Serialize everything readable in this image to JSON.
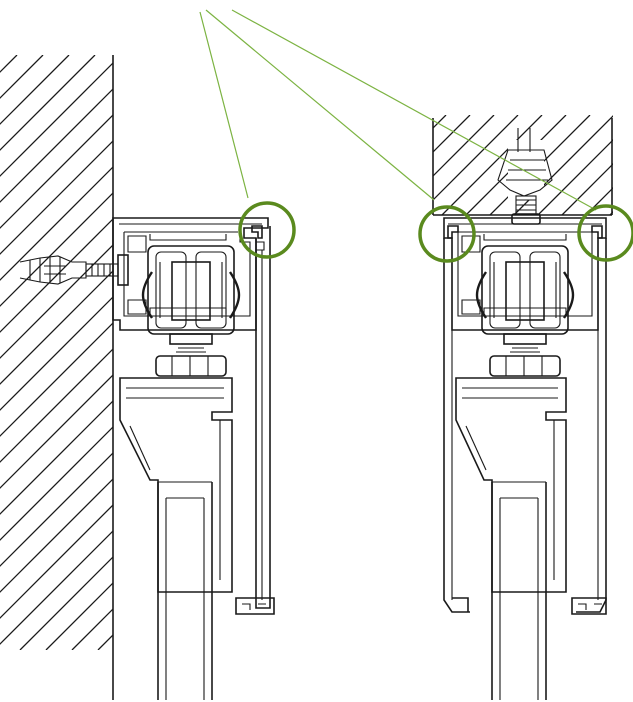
{
  "diagram": {
    "views": [
      {
        "id": "wall-mount",
        "fixing": "wall"
      },
      {
        "id": "ceiling-mount",
        "fixing": "ceiling"
      }
    ],
    "highlights": [
      {
        "view": "wall-mount",
        "target": "track-lip-right"
      },
      {
        "view": "ceiling-mount",
        "target": "track-lip-left"
      },
      {
        "view": "ceiling-mount",
        "target": "track-lip-right"
      }
    ],
    "colors": {
      "line": "#1a1a1a",
      "highlight": "#5a8a1e",
      "leader": "#7cb342",
      "background": "#ffffff"
    }
  }
}
